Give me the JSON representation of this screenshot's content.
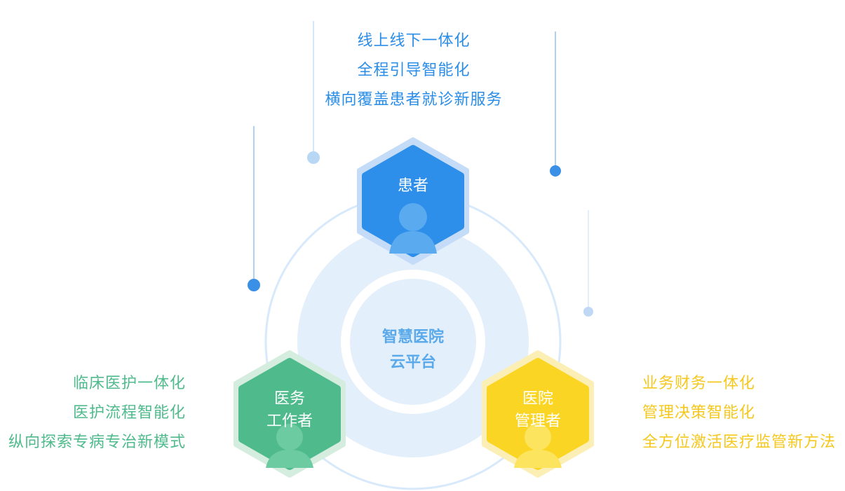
{
  "center": {
    "line1": "智慧医院",
    "line2": "云平台"
  },
  "roles": {
    "patient": {
      "label": "患者",
      "items": [
        "线上线下一体化",
        "全程引导智能化",
        "横向覆盖患者就诊新服务"
      ],
      "color": "#2a8de8"
    },
    "medical_worker": {
      "label_line1": "医务",
      "label_line2": "工作者",
      "items": [
        "临床医护一体化",
        "医护流程智能化",
        "纵向探索专病专治新模式"
      ],
      "color": "#4fbb8c"
    },
    "hospital_admin": {
      "label_line1": "医院",
      "label_line2": "管理者",
      "items": [
        "业务财务一体化",
        "管理决策智能化",
        "全方位激活医疗监管新方法"
      ],
      "color": "#f5c81e"
    }
  },
  "icons": [
    "patient-avatar-icon",
    "medic-avatar-icon",
    "admin-avatar-icon"
  ]
}
